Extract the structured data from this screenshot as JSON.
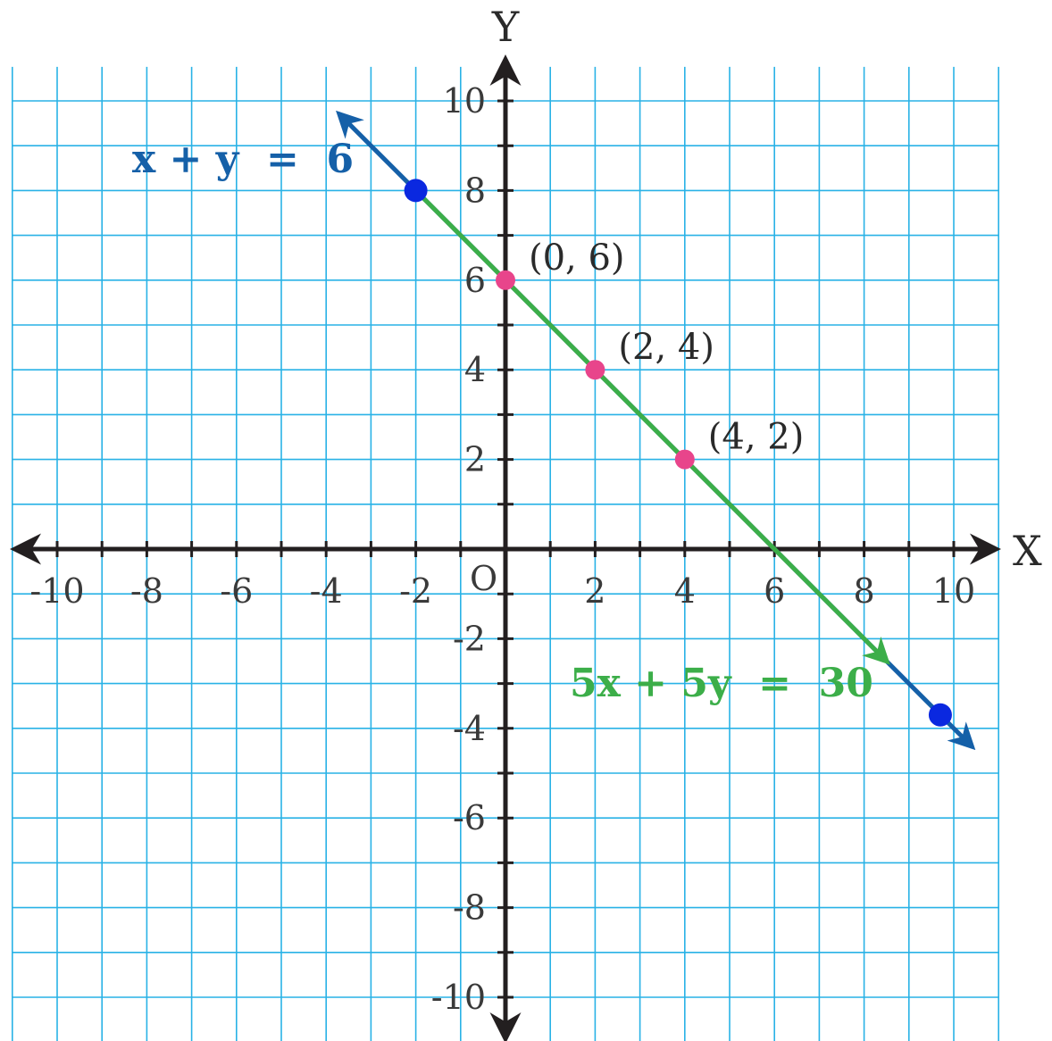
{
  "chart_data": {
    "type": "line",
    "xlabel": "X",
    "ylabel": "Y",
    "origin_label": "O",
    "xlim": [
      -11,
      11
    ],
    "ylim": [
      -11,
      10.5
    ],
    "grid": true,
    "x_ticks": [
      -10,
      -8,
      -6,
      -4,
      -2,
      2,
      4,
      6,
      8,
      10
    ],
    "y_ticks": [
      10,
      8,
      6,
      4,
      2,
      -2,
      -4,
      -6,
      -8,
      -10
    ],
    "x_tick_labels": [
      "-10",
      "-8",
      "-6",
      "-4",
      "-2",
      "2",
      "4",
      "6",
      "8",
      "10"
    ],
    "y_tick_labels": [
      "10",
      "8",
      "6",
      "4",
      "2",
      "-2",
      "-4",
      "-6",
      "-8",
      "-10"
    ],
    "series": [
      {
        "name": "x + y  =  6",
        "color": "#1560a8",
        "x": [
          -3.7,
          10.4
        ],
        "y": [
          9.7,
          -4.4
        ],
        "marked_points": [
          [
            -2,
            8
          ],
          [
            9.7,
            -3.7
          ]
        ],
        "marker_color": "#0a28e0"
      },
      {
        "name": "5x + 5y  =  30",
        "color": "#3cae49",
        "x": [
          -2,
          8.5
        ],
        "y": [
          8,
          -2.5
        ]
      }
    ],
    "points": [
      {
        "x": 0,
        "y": 6,
        "label": "(0, 6)"
      },
      {
        "x": 2,
        "y": 4,
        "label": "(2, 4)"
      },
      {
        "x": 4,
        "y": 2,
        "label": "(4, 2)"
      }
    ],
    "point_color": "#e8458b",
    "grid_color": "#29b2e6",
    "axis_color": "#231f20"
  }
}
